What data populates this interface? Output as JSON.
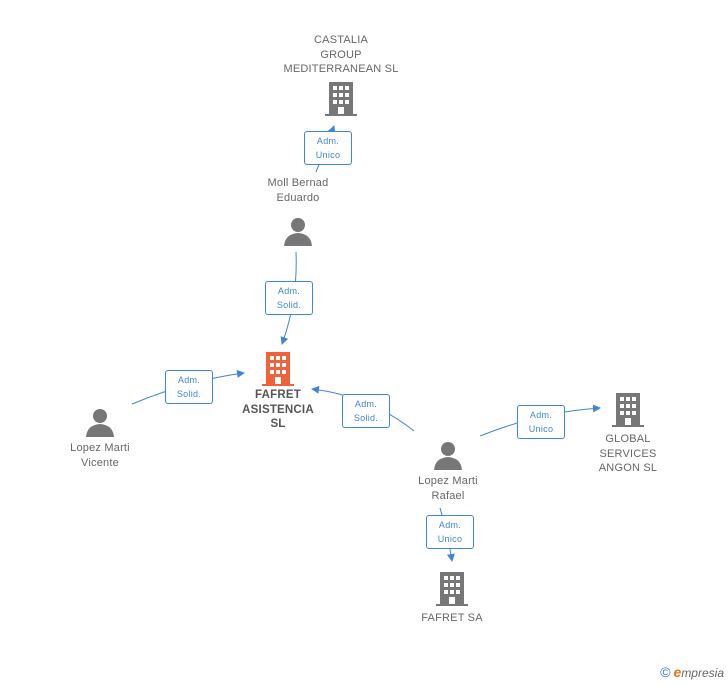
{
  "nodes": {
    "castalia": {
      "label": "CASTALIA\nGROUP\nMEDITERRANEAN SL",
      "icon": "building-icon",
      "color": "#777777"
    },
    "moll": {
      "label": "Moll Bernad\nEduardo",
      "icon": "person-icon",
      "color": "#777777"
    },
    "fafret_asistencia": {
      "label": "FAFRET\nASISTENCIA\nSL",
      "icon": "building-icon",
      "color": "#f0623a"
    },
    "lopez_vicente": {
      "label": "Lopez Marti\nVicente",
      "icon": "person-icon",
      "color": "#777777"
    },
    "lopez_rafael": {
      "label": "Lopez Marti\nRafael",
      "icon": "person-icon",
      "color": "#777777"
    },
    "global_services": {
      "label": "GLOBAL\nSERVICES\nANGON SL",
      "icon": "building-icon",
      "color": "#777777"
    },
    "fafret_sa": {
      "label": "FAFRET SA",
      "icon": "building-icon",
      "color": "#777777"
    }
  },
  "edges": {
    "moll_castalia": "Adm.\nUnico",
    "moll_fafret": "Adm.\nSolid.",
    "vicente_fafret": "Adm.\nSolid.",
    "rafael_fafret": "Adm.\nSolid.",
    "rafael_global": "Adm.\nUnico",
    "rafael_fafretsa": "Adm.\nUnico"
  },
  "colors": {
    "edge": "#3f86d8"
  },
  "watermark": {
    "copyright": "©",
    "brand_initial": "e",
    "brand_rest": "mpresia"
  }
}
